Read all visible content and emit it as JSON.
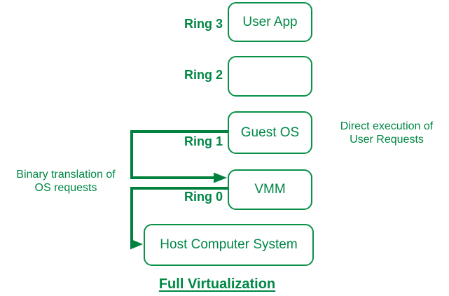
{
  "colors": {
    "background": "#ffffff",
    "text_green": "#008745",
    "border_green": "#0a9148",
    "line_green": "#00813e"
  },
  "rings": [
    {
      "label": "Ring 3",
      "box_label": "User App"
    },
    {
      "label": "Ring 2",
      "box_label": ""
    },
    {
      "label": "Ring 1",
      "box_label": "Guest OS"
    },
    {
      "label": "Ring 0",
      "box_label": "VMM"
    }
  ],
  "host_box_label": "Host Computer System",
  "annotations": {
    "binary_translation": "Binary translation of\nOS requests",
    "direct_execution": "Direct execution of\nUser Requests"
  },
  "caption": "Full Virtualization"
}
